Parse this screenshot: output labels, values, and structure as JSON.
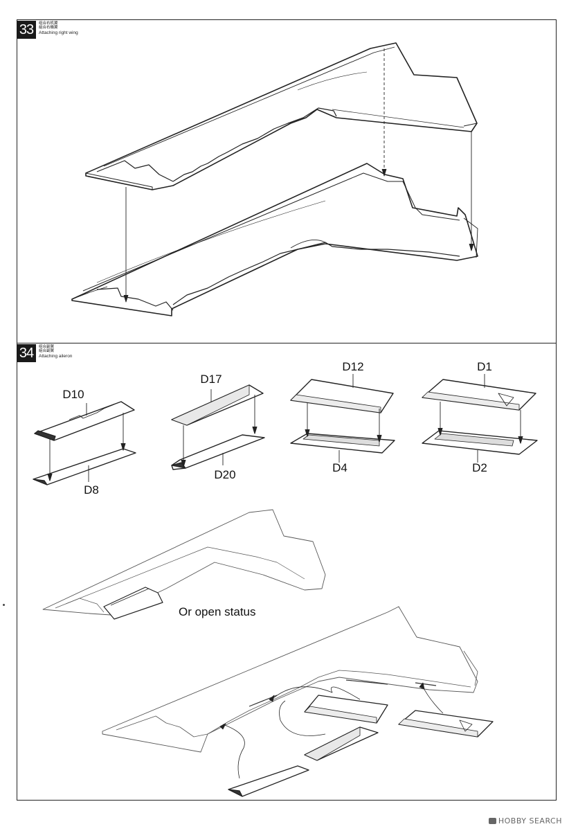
{
  "steps": [
    {
      "number": "33",
      "title_cn_1": "组合右机翼",
      "title_cn_2": "組合右機翼",
      "title_en": "Attaching right wing"
    },
    {
      "number": "34",
      "title_cn_1": "组合副翼",
      "title_cn_2": "組合副翼",
      "title_en": "Attaching aileron"
    }
  ],
  "parts": {
    "d10": "D10",
    "d8": "D8",
    "d17": "D17",
    "d20": "D20",
    "d12": "D12",
    "d4": "D4",
    "d1": "D1",
    "d2": "D2"
  },
  "note_open": "Or open status",
  "watermark": "HOBBY SEARCH"
}
